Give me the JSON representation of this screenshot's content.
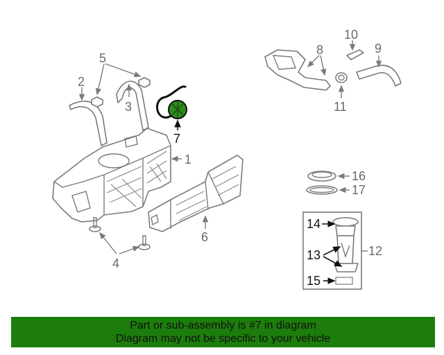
{
  "callouts": {
    "c1": "1",
    "c2": "2",
    "c3": "3",
    "c4": "4",
    "c5": "5",
    "c6": "6",
    "c7": "7",
    "c8": "8",
    "c9": "9",
    "c10": "10",
    "c11": "11",
    "c12": "12",
    "c13": "13",
    "c14": "14",
    "c15": "15",
    "c16": "16",
    "c17": "17"
  },
  "highlight_part": "7",
  "colors": {
    "banner": "#1d7d0c",
    "highlight": "#2e8a1e",
    "line": "#7a7a7a"
  },
  "banner": {
    "line1": "Part or sub-assembly is #7 in diagram",
    "line2": "Diagram may not be specific to your vehicle"
  }
}
